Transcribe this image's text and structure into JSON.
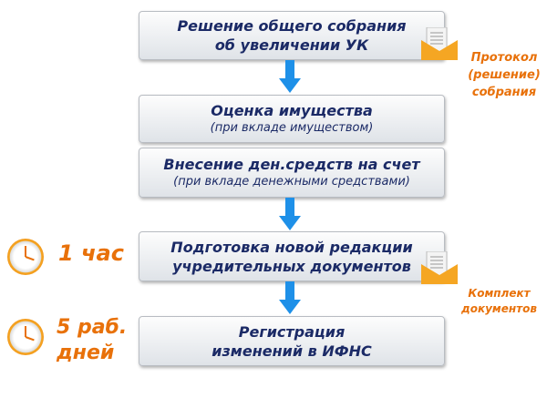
{
  "steps": [
    {
      "title": "Решение общего собрания об увеличении УК"
    },
    {
      "title": "Оценка имущества",
      "subtitle": "(при вкладе имуществом)"
    },
    {
      "title": "Внесение ден.средств на счет",
      "subtitle": "(при вкладе денежными средствами)"
    },
    {
      "title": "Подготовка новой редакции учредительных документов"
    },
    {
      "title": "Регистрация изменений в ИФНС"
    }
  ],
  "notes": {
    "protocol": "Протокол (решение) собрания",
    "documents": "Комплект документов"
  },
  "timings": {
    "one": "1 час",
    "two": "5 раб. дней"
  },
  "colors": {
    "text": "#1b2a66",
    "accent": "#e8710a",
    "arrow": "#1e90e8"
  }
}
